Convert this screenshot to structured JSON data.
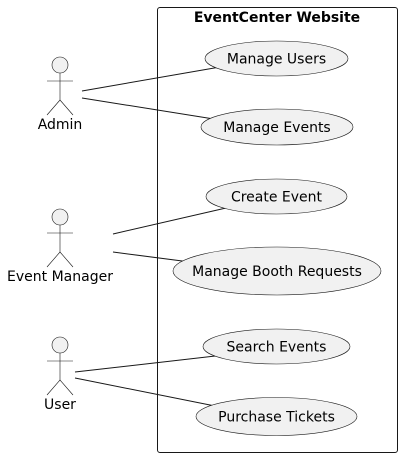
{
  "system": {
    "title": "EventCenter Website"
  },
  "actors": [
    {
      "id": "admin",
      "label": "Admin"
    },
    {
      "id": "event-manager",
      "label": "Event Manager"
    },
    {
      "id": "user",
      "label": "User"
    }
  ],
  "use_cases": [
    {
      "id": "manage-users",
      "label": "Manage Users"
    },
    {
      "id": "manage-events",
      "label": "Manage Events"
    },
    {
      "id": "create-event",
      "label": "Create Event"
    },
    {
      "id": "manage-booth-requests",
      "label": "Manage Booth Requests"
    },
    {
      "id": "search-events",
      "label": "Search Events"
    },
    {
      "id": "purchase-tickets",
      "label": "Purchase Tickets"
    }
  ],
  "associations": [
    {
      "actor": "admin",
      "use_case": "manage-users"
    },
    {
      "actor": "admin",
      "use_case": "manage-events"
    },
    {
      "actor": "event-manager",
      "use_case": "create-event"
    },
    {
      "actor": "event-manager",
      "use_case": "manage-booth-requests"
    },
    {
      "actor": "user",
      "use_case": "search-events"
    },
    {
      "actor": "user",
      "use_case": "purchase-tickets"
    }
  ],
  "colors": {
    "fill": "#f1f1f1",
    "stroke": "#181818",
    "background": "#ffffff"
  }
}
